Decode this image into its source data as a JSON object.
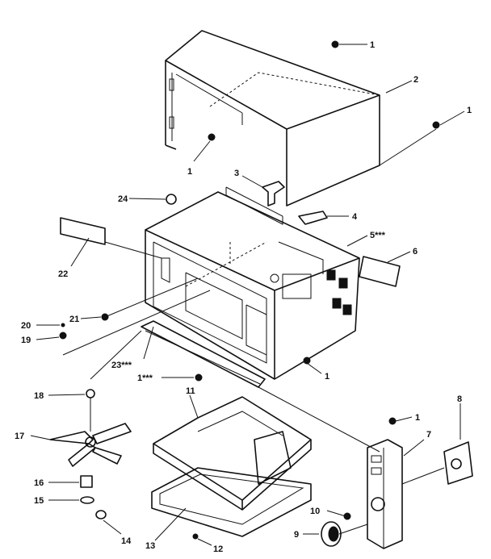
{
  "callouts": [
    {
      "id": "c1a",
      "text": "1"
    },
    {
      "id": "c2",
      "text": "2"
    },
    {
      "id": "c1b",
      "text": "1"
    },
    {
      "id": "c1c",
      "text": "1"
    },
    {
      "id": "c3",
      "text": "3"
    },
    {
      "id": "c24",
      "text": "24"
    },
    {
      "id": "c4",
      "text": "4"
    },
    {
      "id": "c5",
      "text": "5***"
    },
    {
      "id": "c6",
      "text": "6"
    },
    {
      "id": "c22",
      "text": "22"
    },
    {
      "id": "c21",
      "text": "21"
    },
    {
      "id": "c20",
      "text": "20"
    },
    {
      "id": "c19",
      "text": "19"
    },
    {
      "id": "c23",
      "text": "23***"
    },
    {
      "id": "c1d",
      "text": "1***"
    },
    {
      "id": "c1e",
      "text": "1"
    },
    {
      "id": "c18",
      "text": "18"
    },
    {
      "id": "c11",
      "text": "11"
    },
    {
      "id": "c8",
      "text": "8"
    },
    {
      "id": "c1f",
      "text": "1"
    },
    {
      "id": "c7",
      "text": "7"
    },
    {
      "id": "c17",
      "text": "17"
    },
    {
      "id": "c16",
      "text": "16"
    },
    {
      "id": "c15",
      "text": "15"
    },
    {
      "id": "c10",
      "text": "10"
    },
    {
      "id": "c14",
      "text": "14"
    },
    {
      "id": "c9",
      "text": "9"
    },
    {
      "id": "c13",
      "text": "13"
    },
    {
      "id": "c12",
      "text": "12"
    }
  ]
}
